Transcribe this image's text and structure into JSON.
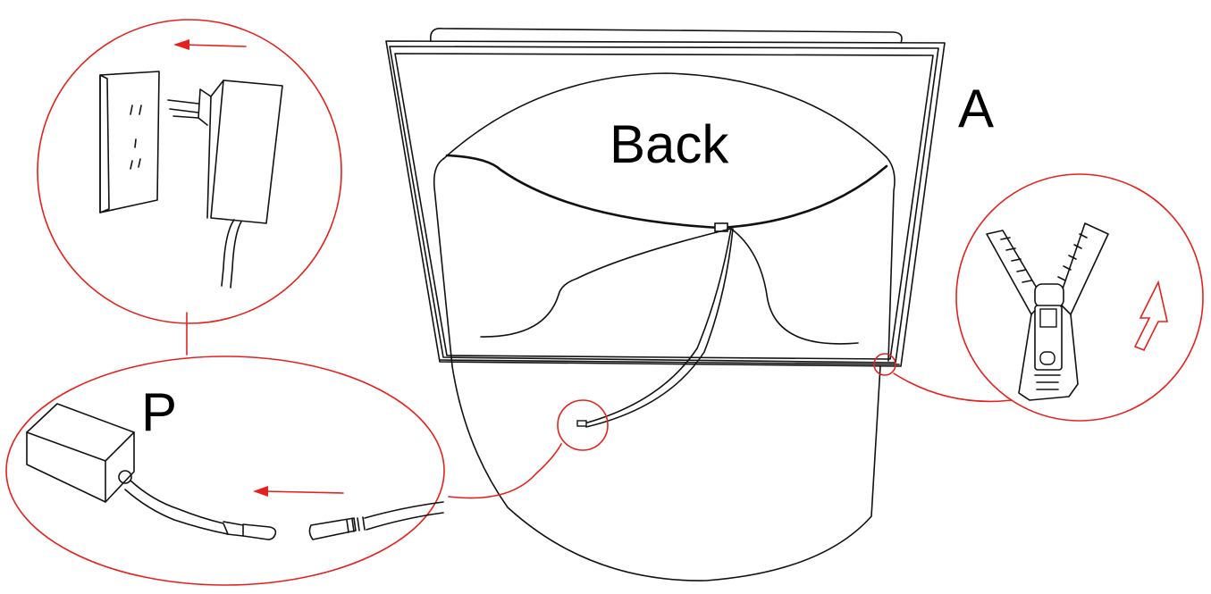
{
  "labels": {
    "back": "Back",
    "a": "A",
    "p": "P"
  },
  "colors": {
    "line": "#111111",
    "callout": "#e5211d",
    "background": "#ffffff"
  },
  "callouts": [
    {
      "name": "wall-outlet-plug",
      "icon": "wall-outlet-icon",
      "arrow": "left"
    },
    {
      "name": "power-adapter-connector",
      "icon": "power-adapter-icon",
      "arrow": "left"
    },
    {
      "name": "zipper-closure",
      "icon": "zipper-icon",
      "arrow": "up"
    }
  ]
}
